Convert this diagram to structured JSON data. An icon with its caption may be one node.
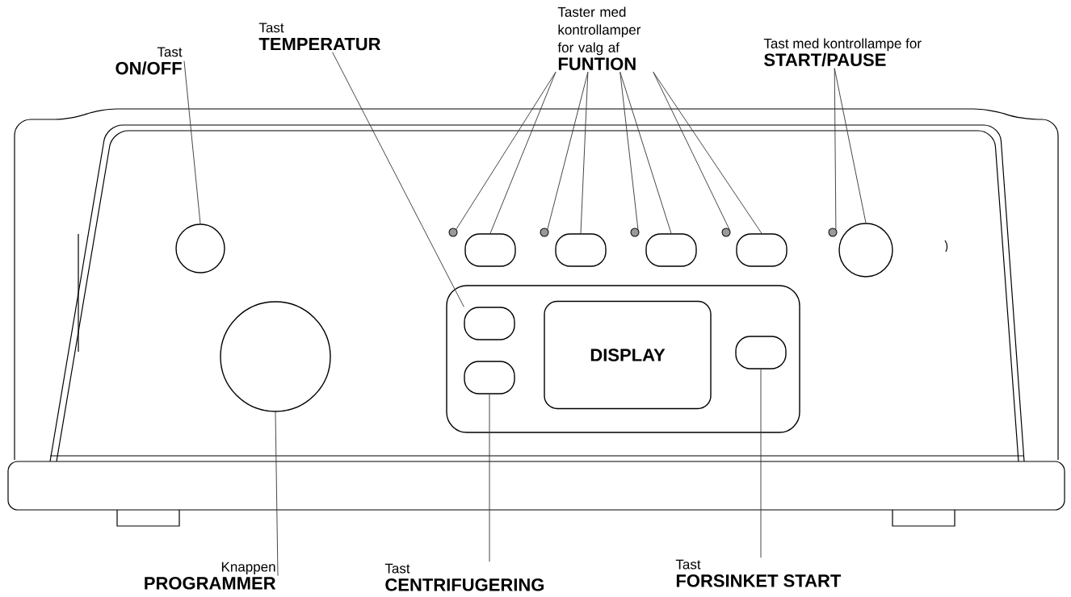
{
  "diagram": {
    "nodes": [
      {
        "text": [
          "Tast",
          "ON/OFF"
        ]
      },
      {
        "text": [
          "Tast",
          "TEMPERATUR"
        ]
      },
      {
        "text": [
          "Taster med kontrollamper for valg af",
          "FUNTION"
        ]
      },
      {
        "text": [
          "Tast med kontrollampe for",
          "START/PAUSE"
        ]
      },
      {
        "text": [],
        "shape": "circle"
      },
      {
        "text": [],
        "shape": "circle"
      },
      {
        "text": [],
        "shape": "box"
      },
      {
        "text": [],
        "shape": "circle"
      },
      {
        "text": [],
        "shape": "box"
      },
      {
        "text": [],
        "shape": "circle"
      },
      {
        "text": [],
        "shape": "box"
      },
      {
        "text": [],
        "shape": "circle"
      },
      {
        "text": [],
        "shape": "box"
      },
      {
        "text": [],
        "shape": "circle"
      },
      {
        "text": [],
        "shape": "circle"
      },
      {
        "text": [],
        "shape": "circle"
      },
      {
        "text": [],
        "shape": "box"
      },
      {
        "text": [],
        "shape": "box",
        "in": 16
      },
      {
        "text": [],
        "shape": "box",
        "in": 16
      },
      {
        "text": [
          "DISPLAY"
        ],
        "in": 16
      },
      {
        "text": [],
        "shape": "box",
        "in": 16
      },
      {
        "text": [
          "Knappen",
          "PROGRAMMER"
        ]
      },
      {
        "text": [
          "Tast",
          "CENTRIFUGERING"
        ]
      },
      {
        "text": [
          "Tast",
          "FORSINKET START"
        ]
      }
    ],
    "edges": [
      {
        "from": 0,
        "to": 4,
        "arrow": "none"
      },
      {
        "from": 1,
        "to": 17,
        "arrow": "none"
      },
      {
        "from": 2,
        "to": 5,
        "arrow": "none"
      },
      {
        "from": 2,
        "to": 6,
        "arrow": "none"
      },
      {
        "from": 2,
        "to": 7,
        "arrow": "none"
      },
      {
        "from": 2,
        "to": 8,
        "arrow": "none"
      },
      {
        "from": 2,
        "to": 9,
        "arrow": "none"
      },
      {
        "from": 2,
        "to": 10,
        "arrow": "none"
      },
      {
        "from": 2,
        "to": 11,
        "arrow": "none"
      },
      {
        "from": 2,
        "to": 12,
        "arrow": "none"
      },
      {
        "from": 3,
        "to": 13,
        "arrow": "none"
      },
      {
        "from": 3,
        "to": 14,
        "arrow": "none"
      },
      {
        "from": 21,
        "to": 15,
        "arrow": "none"
      },
      {
        "from": 22,
        "to": 18,
        "arrow": "none"
      },
      {
        "from": 23,
        "to": 20,
        "arrow": "none"
      }
    ]
  }
}
